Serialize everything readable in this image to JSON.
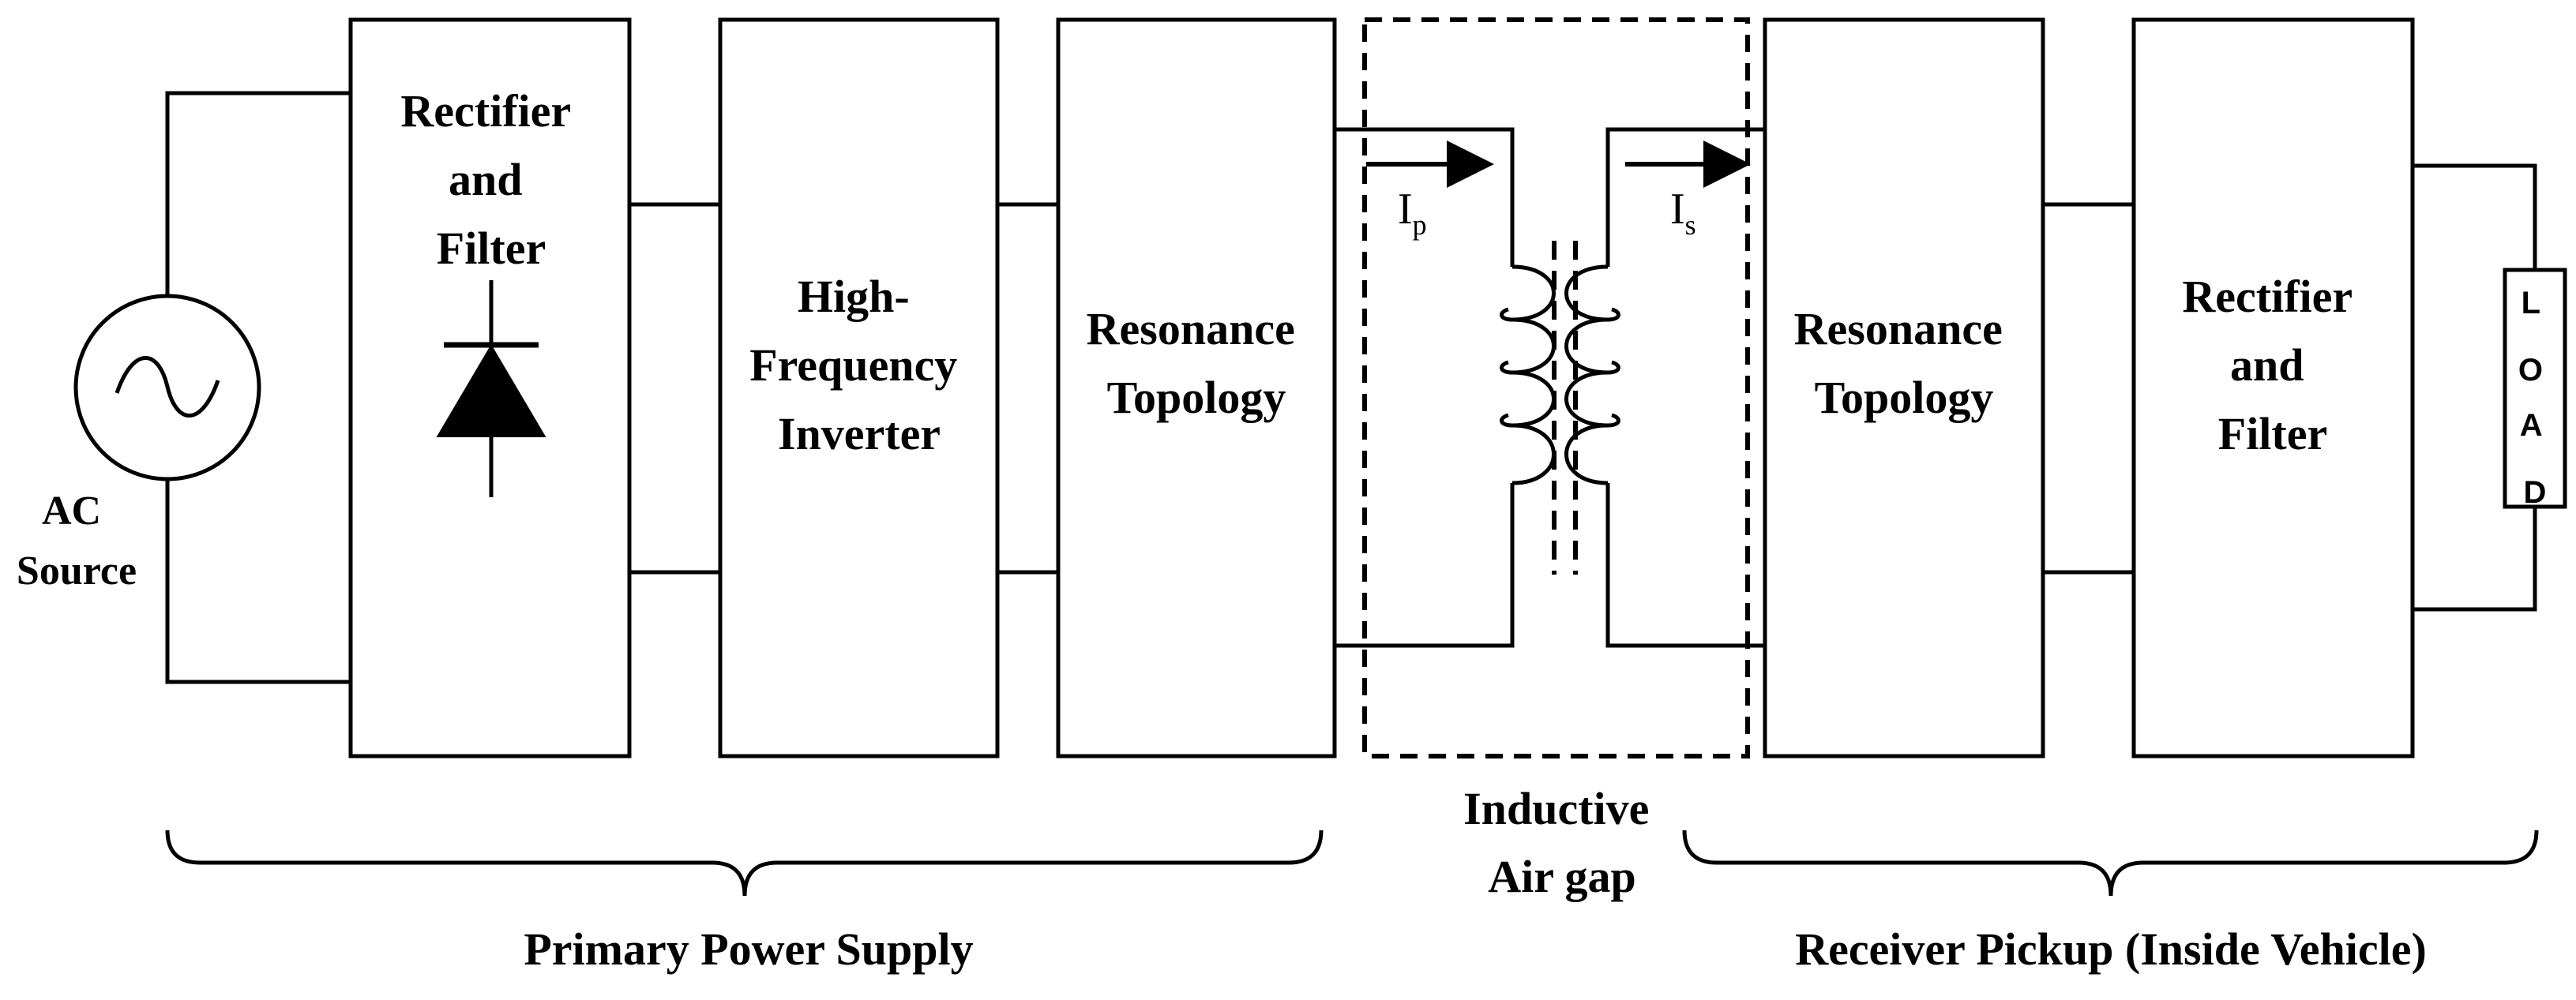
{
  "source": {
    "label_line1": "AC",
    "label_line2": "Source",
    "symbol": "sine-wave-icon"
  },
  "blocks": {
    "rectifier_primary": {
      "lines": [
        "Rectifier",
        "and",
        "Filter"
      ],
      "symbol": "diode-icon"
    },
    "inverter": {
      "lines": [
        "High-",
        "Frequency",
        "Inverter"
      ]
    },
    "resonance_primary": {
      "lines": [
        "Resonance",
        "Topology"
      ]
    },
    "resonance_secondary": {
      "lines": [
        "Resonance",
        "Topology"
      ]
    },
    "rectifier_secondary": {
      "lines": [
        "Rectifier",
        "and",
        "Filter"
      ]
    }
  },
  "coupling": {
    "label_line1": "Inductive",
    "label_line2": "Air gap",
    "primary_current": {
      "main": "I",
      "sub": "p"
    },
    "secondary_current": {
      "main": "I",
      "sub": "s"
    }
  },
  "load": {
    "letters": [
      "L",
      "O",
      "A",
      "D"
    ]
  },
  "groups": {
    "primary": "Primary Power Supply",
    "receiver": "Receiver Pickup (Inside Vehicle)"
  },
  "colors": {
    "stroke": "#000000",
    "background": "#ffffff"
  }
}
